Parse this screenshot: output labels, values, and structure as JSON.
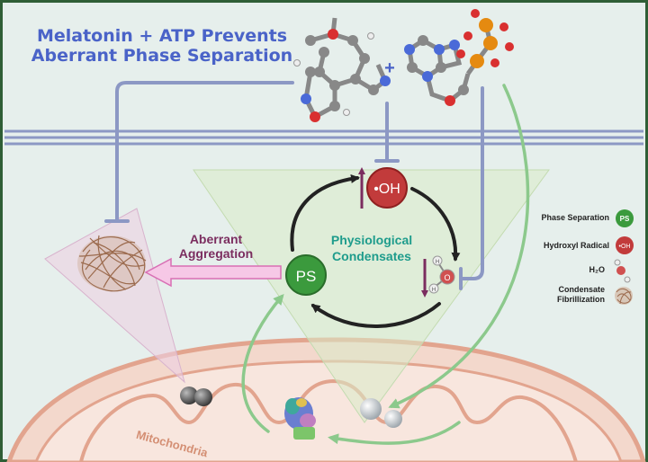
{
  "title": {
    "line1": "Melatonin + ATP Prevents",
    "line2": "Aberrant Phase Separation"
  },
  "plus_symbol": "+",
  "nodes": {
    "ps": "PS",
    "oh_radical": "•OH",
    "oxygen": "O",
    "hydrogen": "H"
  },
  "labels": {
    "aberrant_line1": "Aberrant",
    "aberrant_line2": "Aggregation",
    "physio_line1": "Physiological",
    "physio_line2": "Condensates",
    "mitochondria": "Mitochondria"
  },
  "legend": {
    "phase_separation": "Phase Separation",
    "ps_badge": "PS",
    "hydroxyl_radical": "Hydroxyl Radical",
    "oh_badge": "•OH",
    "water": "H₂O",
    "fibrillization_line1": "Condensate",
    "fibrillization_line2": "Fibrillization"
  },
  "colors": {
    "frame": "#2f5e36",
    "background": "#e6efec",
    "title": "#4a63c8",
    "inhibitor_line": "#8c98c4",
    "ps_green": "#3b9a3d",
    "radical_red": "#c23b3b",
    "aberrant_purple": "#7b2d5f",
    "physio_teal": "#1e9c8c",
    "arrow_green": "#8cc98c",
    "mitochondria": "#e2a48e"
  }
}
